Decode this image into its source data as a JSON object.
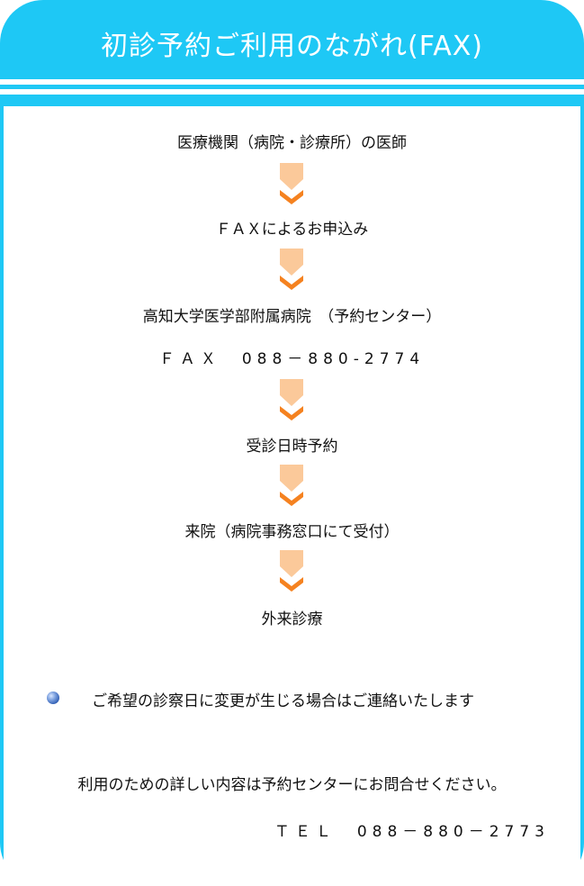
{
  "header": {
    "title": "初診予約ご利用のながれ(FAX)"
  },
  "flow": {
    "steps": [
      "医療機関（病院・診療所）の医師",
      "ＦＡＸによるお申込み",
      "高知大学医学部附属病院　（予約センター）",
      "受診日時予約",
      "来院（病院事務窓口にて受付）",
      "外来診療"
    ],
    "fax_number": "ＦＡＸ　088－880-2774"
  },
  "notes": {
    "bullet_icon": "bullet-sphere-icon",
    "change_notice": "ご希望の診察日に変更が生じる場合はご連絡いたします",
    "inquiry": "利用のための詳しい内容は予約センターにお問合せください。",
    "tel": "ＴＥＬ　088－880－2773"
  },
  "colors": {
    "frame": "#1ec8f5",
    "arrow_light": "#fbc99a",
    "arrow_dark": "#f58220"
  }
}
